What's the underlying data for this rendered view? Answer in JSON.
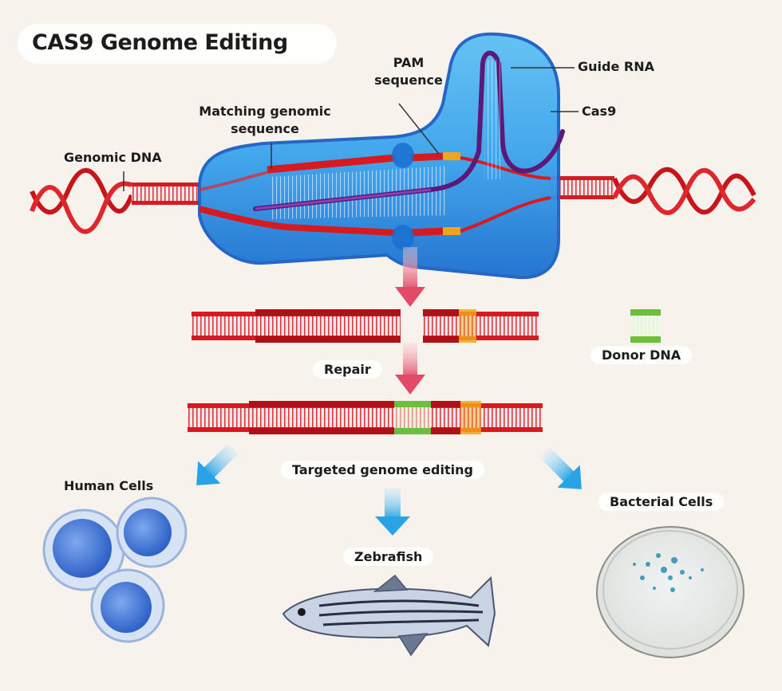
{
  "title": "CAS9 Genome Editing",
  "labels": {
    "pam": [
      "PAM",
      "sequence"
    ],
    "guide_rna": "Guide RNA",
    "cas9": "Cas9",
    "matching": [
      "Matching genomic",
      "sequence"
    ],
    "genomic_dna": "Genomic DNA",
    "donor_dna": "Donor DNA",
    "repair": "Repair",
    "targeted": "Targeted genome editing",
    "human_cells": "Human Cells",
    "zebrafish": "Zebrafish",
    "bacterial_cells": "Bacterial Cells"
  },
  "colors": {
    "background": "#f7f3ec",
    "dna_red": "#d71920",
    "dna_dark_red": "#b0101a",
    "pam_orange": "#f2a51c",
    "donor_green": "#6cbf3a",
    "guide_purple": "#5b1a7a",
    "cas9_blue": "#2b8fe0",
    "cas9_dark": "#1560c0",
    "arrow_blue": "#3fb0e8",
    "arrow_pink": "#e8607a"
  }
}
